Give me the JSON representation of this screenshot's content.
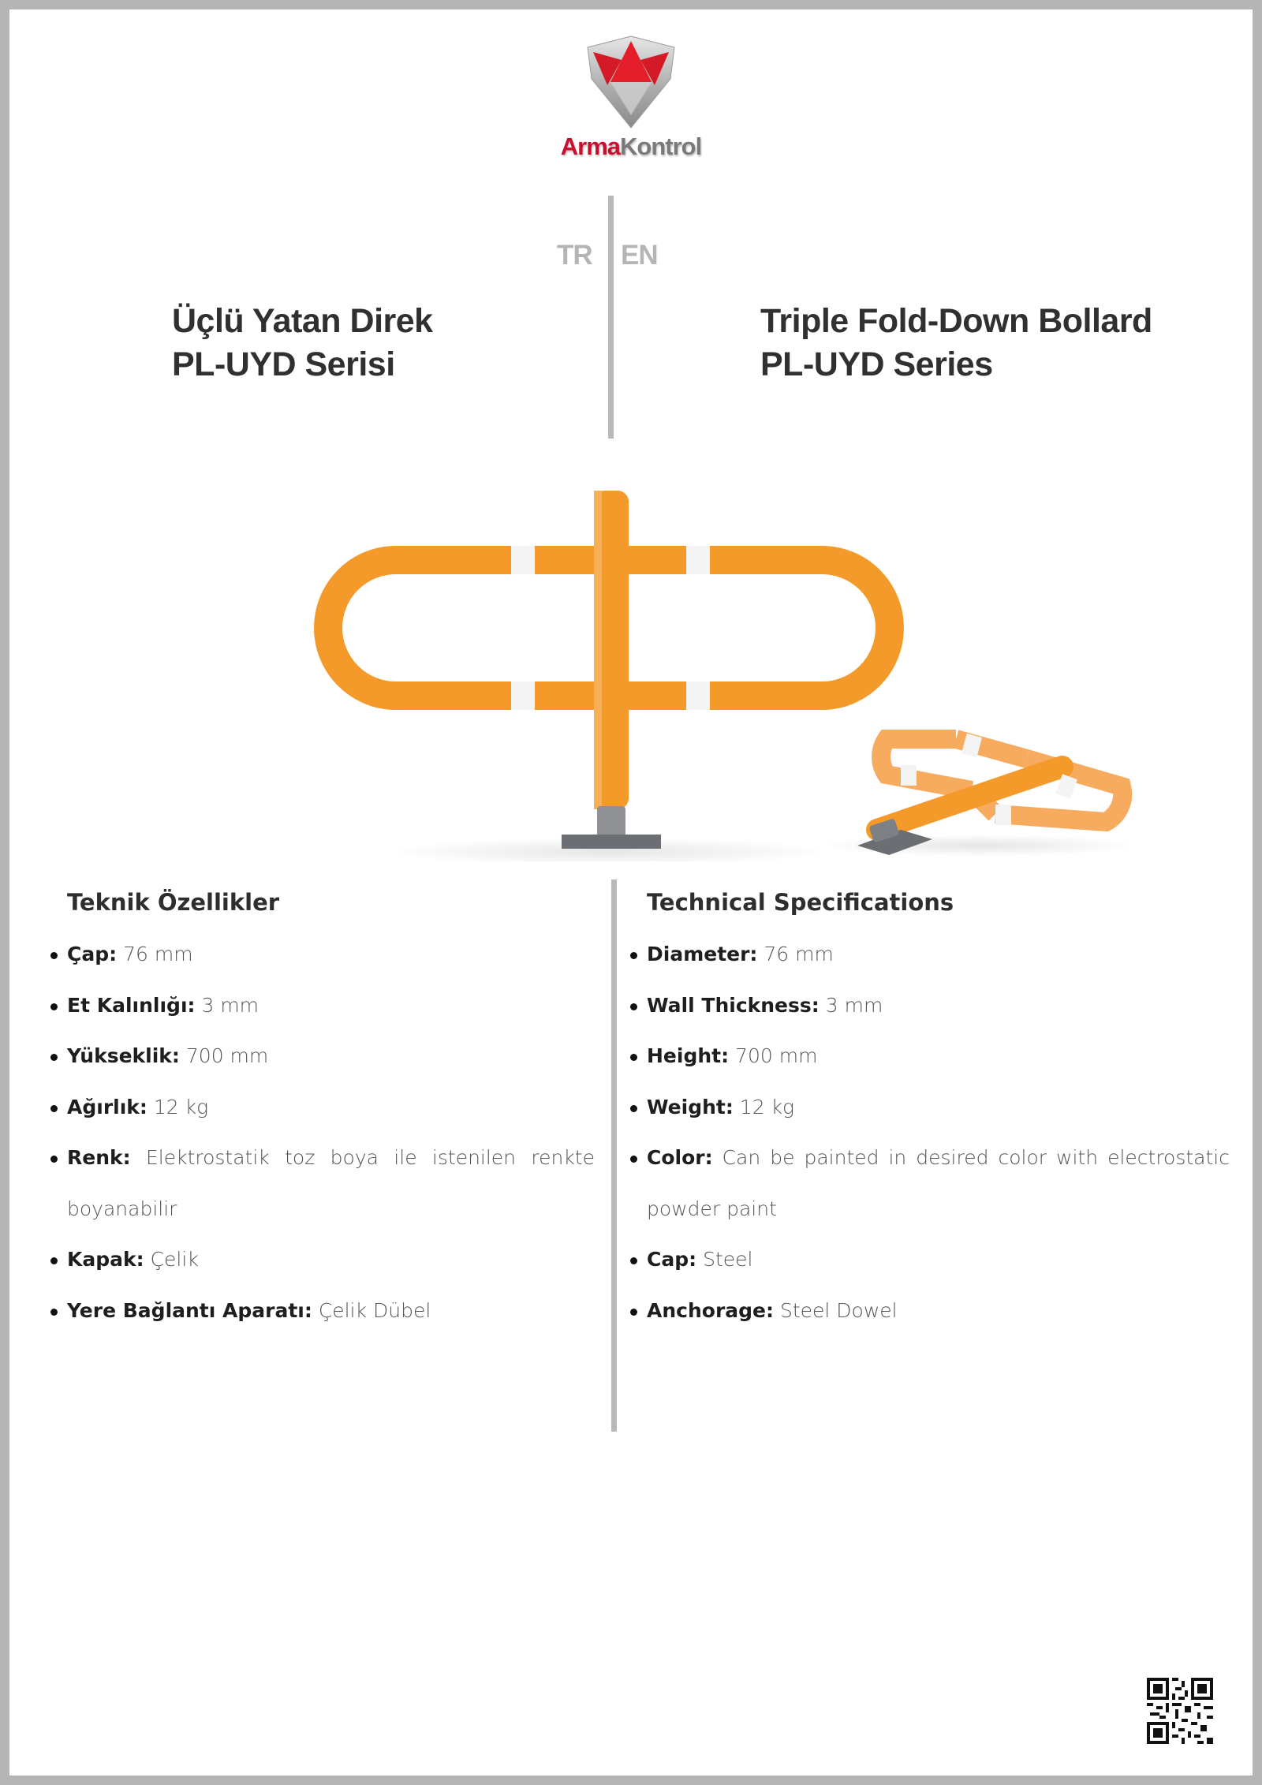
{
  "brand": {
    "part1": "Arma",
    "part2": "Kontrol",
    "colors": {
      "red": "#c8102e",
      "gray": "#7a7a7a"
    }
  },
  "languages": {
    "tr": "TR",
    "en": "EN"
  },
  "title_tr": {
    "line1": "Üçlü Yatan Direk",
    "line2": "PL-UYD Serisi"
  },
  "title_en": {
    "line1": "Triple Fold-Down Bollard",
    "line2": "PL-UYD Series"
  },
  "specs_tr": {
    "heading": "Teknik Özellikler",
    "items": [
      {
        "key": "Çap:",
        "value": "76 mm"
      },
      {
        "key": "Et Kalınlığı:",
        "value": "3 mm"
      },
      {
        "key": "Yükseklik:",
        "value": "700 mm"
      },
      {
        "key": "Ağırlık:",
        "value": "12 kg"
      },
      {
        "key": "Renk:",
        "value": "Elektrostatik toz boya ile istenilen renkte boyanabilir"
      },
      {
        "key": "Kapak:",
        "value": "Çelik"
      },
      {
        "key": "Yere Bağlantı Aparatı:",
        "value": "Çelik Dübel"
      }
    ]
  },
  "specs_en": {
    "heading": "Technical Specifications",
    "items": [
      {
        "key": "Diameter:",
        "value": "76 mm"
      },
      {
        "key": "Wall Thickness:",
        "value": "3 mm"
      },
      {
        "key": "Height:",
        "value": "700 mm"
      },
      {
        "key": "Weight:",
        "value": "12 kg"
      },
      {
        "key": "Color:",
        "value": "Can be painted in desired color with electrostatic powder paint"
      },
      {
        "key": "Cap:",
        "value": "Steel"
      },
      {
        "key": "Anchorage:",
        "value": "Steel Dowel"
      }
    ]
  },
  "colors": {
    "product_orange": "#f39a2b",
    "reflective_white": "#f4f4f4",
    "base_gray": "#6b6e72"
  },
  "icons": {
    "logo": "shield-logo-icon",
    "qr": "qr-code-icon"
  }
}
